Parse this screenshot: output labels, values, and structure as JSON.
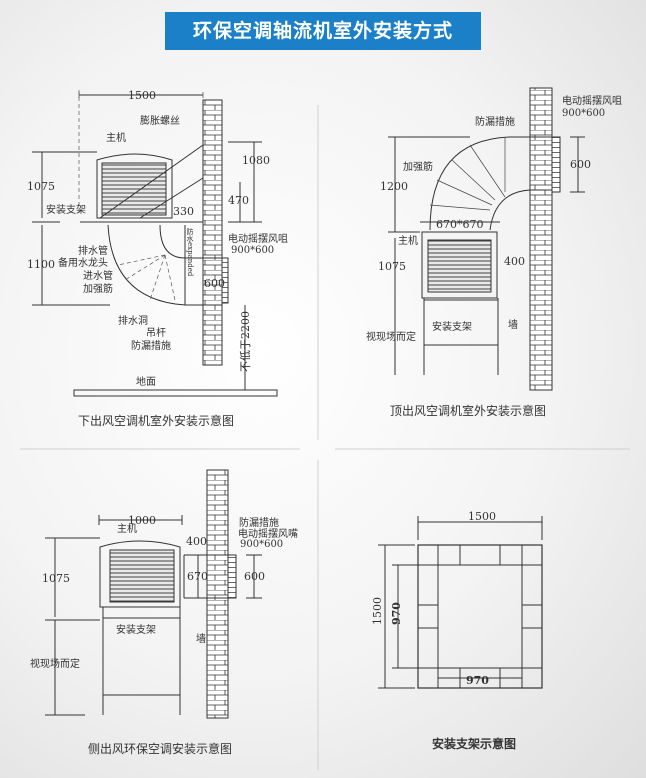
{
  "title": "环保空调轴流机室外安装方式",
  "panel1": {
    "caption": "下出风空调机室外安装示意图",
    "dims": {
      "width": "1500",
      "h1": "1075",
      "h2": "1100",
      "d1": "1080",
      "d2": "470",
      "d3": "330",
      "d4": "600",
      "min_height": "不低于2200"
    },
    "labels": {
      "bolt": "膨胀螺丝",
      "unit": "主机",
      "bracket": "安装支架",
      "drain_pipe": "排水管",
      "spare_tap": "备用水龙头",
      "inlet_pipe": "进水管",
      "rib": "加强筋",
      "drain_hole": "排水洞",
      "rod": "吊杆",
      "leak": "防漏措施",
      "rain_cover": "防水expanded",
      "vent": "电动摇摆风咀",
      "vent_size": "900*600",
      "ground": "地面"
    }
  },
  "panel2": {
    "caption": "顶出风空调机室外安装示意图",
    "dims": {
      "h1": "1200",
      "duct": "670*670",
      "h2": "1075",
      "gap": "400",
      "vent_h": "600"
    },
    "labels": {
      "leak": "防漏措施",
      "vent": "电动摇摆风咀",
      "vent_size": "900*600",
      "rib": "加强筋",
      "unit": "主机",
      "bracket": "安装支架",
      "site": "视现场而定",
      "wall": "墙"
    }
  },
  "panel3": {
    "caption": "侧出风环保空调安装示意图",
    "dims": {
      "width": "1000",
      "gap": "400",
      "h1": "1075",
      "duct": "670",
      "vent_h": "600"
    },
    "labels": {
      "unit": "主机",
      "leak": "防漏措施",
      "vent": "电动摇摆风嘴",
      "vent_size": "900*600",
      "bracket": "安装支架",
      "wall": "墙",
      "site": "视现场而定"
    }
  },
  "panel4": {
    "caption": "安装支架示意图",
    "dims": {
      "outer_w": "1500",
      "outer_h": "1500",
      "inner_w": "970",
      "inner_h": "970"
    }
  }
}
